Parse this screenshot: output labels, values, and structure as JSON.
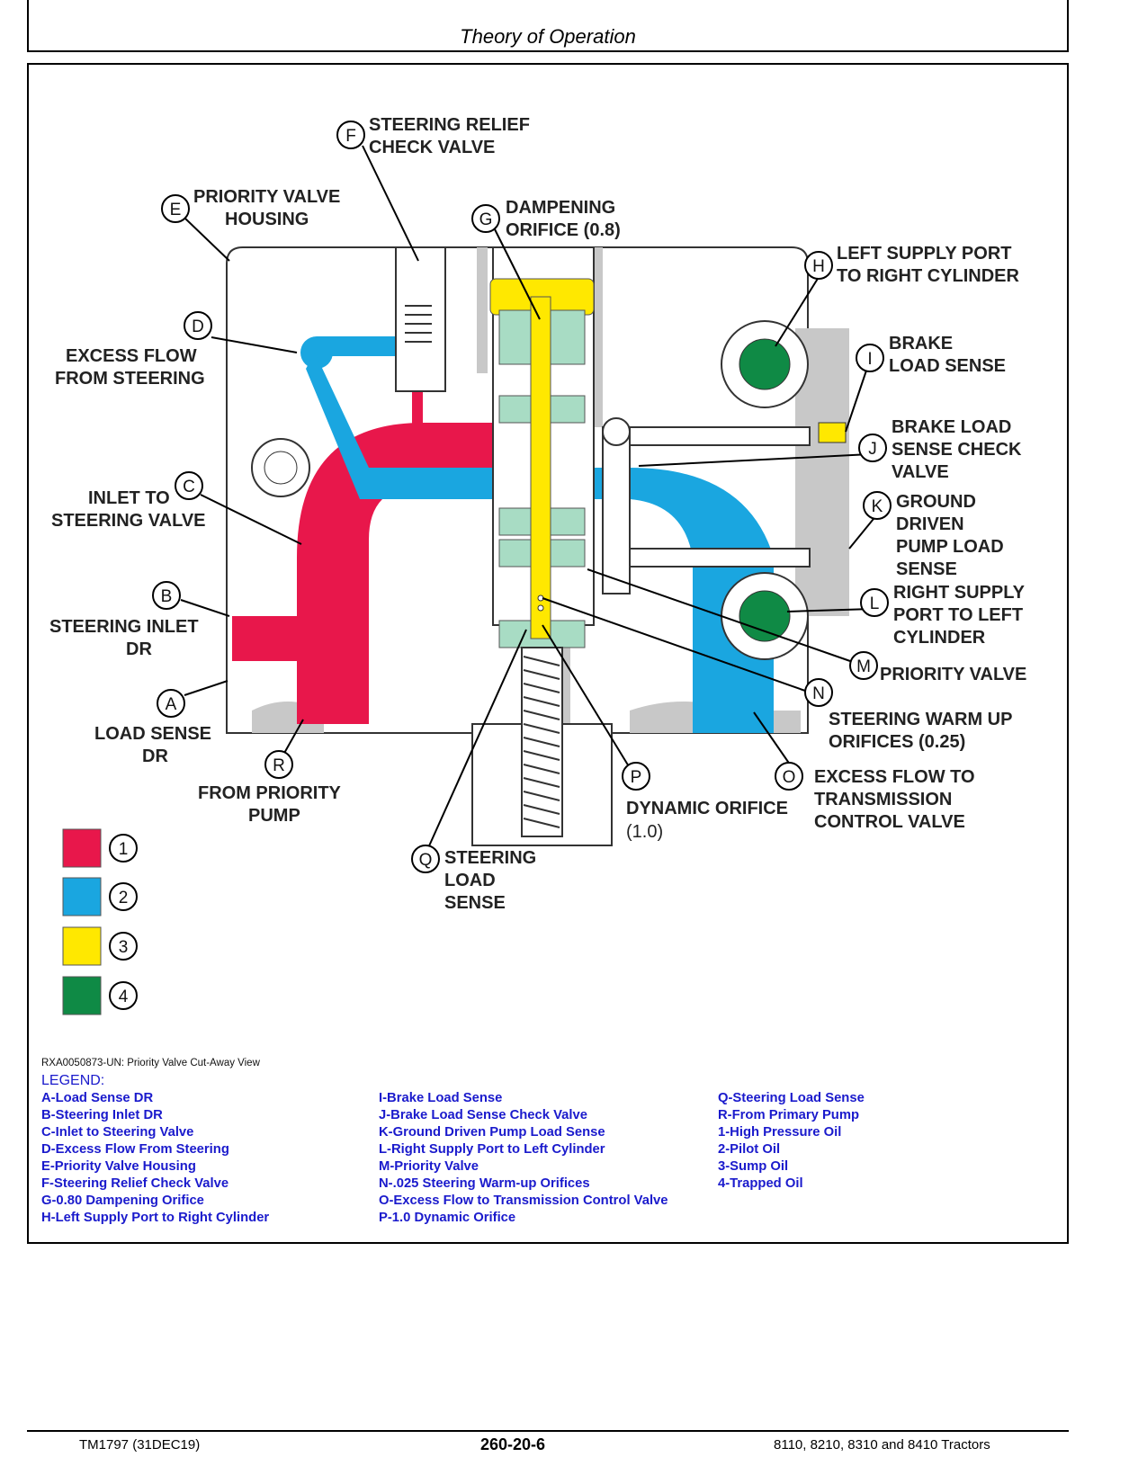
{
  "header": {
    "title": "Theory of Operation"
  },
  "colors": {
    "high_pressure": "#e8174b",
    "pilot": "#1aa6e0",
    "sump": "#ffe800",
    "trapped": "#0f8a45",
    "legend_text": "#1a1acc",
    "gray": "#c8c8c8"
  },
  "callouts": {
    "A": {
      "letter": "A",
      "label1": "LOAD SENSE",
      "label2": "DR"
    },
    "B": {
      "letter": "B",
      "label1": "STEERING INLET",
      "label2": "DR"
    },
    "C": {
      "letter": "C",
      "label1": "INLET TO",
      "label2": "STEERING VALVE"
    },
    "D": {
      "letter": "D",
      "label1": "EXCESS FLOW",
      "label2": "FROM STEERING"
    },
    "E": {
      "letter": "E",
      "label1": "PRIORITY VALVE",
      "label2": "HOUSING"
    },
    "F": {
      "letter": "F",
      "label1": "STEERING RELIEF",
      "label2": "CHECK VALVE"
    },
    "G": {
      "letter": "G",
      "label1": "DAMPENING",
      "label2": "ORIFICE (0.8)"
    },
    "H": {
      "letter": "H",
      "label1": "LEFT SUPPLY PORT",
      "label2": "TO RIGHT CYLINDER"
    },
    "I": {
      "letter": "I",
      "label1": "BRAKE",
      "label2": "LOAD SENSE"
    },
    "J": {
      "letter": "J",
      "label1": "BRAKE LOAD",
      "label2": "SENSE CHECK",
      "label3": "VALVE"
    },
    "K": {
      "letter": "K",
      "label1": "GROUND",
      "label2": "DRIVEN",
      "label3": "PUMP LOAD",
      "label4": "SENSE"
    },
    "L": {
      "letter": "L",
      "label1": "RIGHT SUPPLY",
      "label2": "PORT TO LEFT",
      "label3": "CYLINDER"
    },
    "M": {
      "letter": "M",
      "label1": "PRIORITY VALVE"
    },
    "N": {
      "letter": "N",
      "label1": "STEERING WARM UP",
      "label2": "ORIFICES (0.25)"
    },
    "O": {
      "letter": "O",
      "label1": "EXCESS FLOW TO",
      "label2": "TRANSMISSION",
      "label3": "CONTROL VALVE"
    },
    "P": {
      "letter": "P",
      "label1": "DYNAMIC ORIFICE",
      "label2": "(1.0)"
    },
    "Q": {
      "letter": "Q",
      "label1": "STEERING",
      "label2": "LOAD",
      "label3": "SENSE"
    },
    "R": {
      "letter": "R",
      "label1": "FROM PRIORITY",
      "label2": "PUMP"
    }
  },
  "color_key": [
    {
      "number": "1"
    },
    {
      "number": "2"
    },
    {
      "number": "3"
    },
    {
      "number": "4"
    }
  ],
  "caption": "RXA0050873-UN: Priority Valve Cut-Away View",
  "legend": {
    "heading": "LEGEND:",
    "col1": [
      "A-Load Sense DR",
      "B-Steering Inlet DR",
      "C-Inlet to Steering Valve",
      "D-Excess Flow From Steering",
      "E-Priority Valve Housing",
      "F-Steering Relief Check Valve",
      "G-0.80 Dampening Orifice",
      "H-Left Supply Port to Right Cylinder"
    ],
    "col2": [
      "I-Brake Load Sense",
      "J-Brake Load Sense Check Valve",
      "K-Ground Driven Pump Load Sense",
      "L-Right Supply Port to Left Cylinder",
      "M-Priority Valve",
      "N-.025 Steering Warm-up Orifices",
      "O-Excess Flow to Transmission Control Valve",
      "P-1.0 Dynamic Orifice"
    ],
    "col3": [
      "Q-Steering Load Sense",
      "R-From Primary Pump",
      "1-High Pressure Oil",
      "2-Pilot Oil",
      "3-Sump Oil",
      "4-Trapped Oil"
    ]
  },
  "footer": {
    "left": "TM1797 (31DEC19)",
    "center": "260-20-6",
    "right": "8110, 8210, 8310 and 8410 Tractors"
  }
}
